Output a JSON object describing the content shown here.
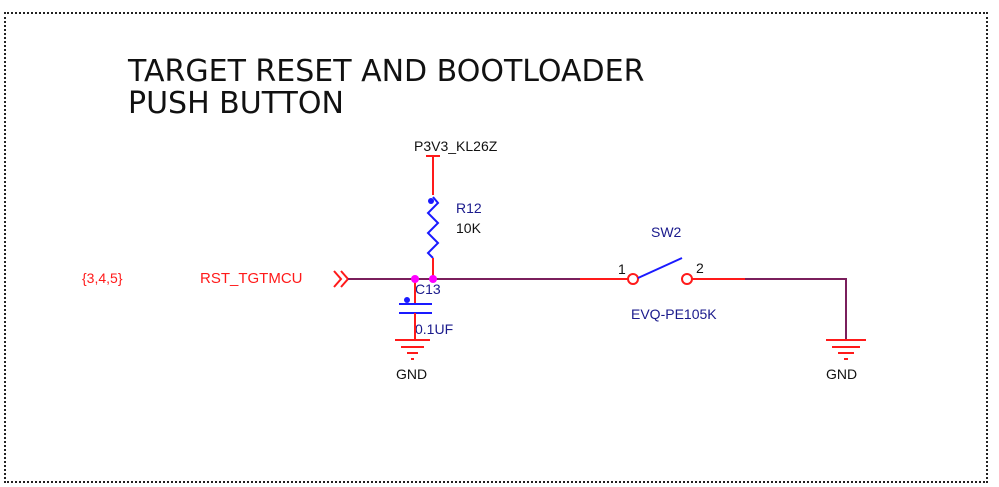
{
  "title": {
    "line1": "TARGET RESET AND BOOTLOADER",
    "line2": "PUSH BUTTON"
  },
  "colors": {
    "net": "#7a1f5c",
    "pin": "#ff1a1a",
    "component": "#1a1aff",
    "junction": "#ff00ff",
    "ref_text": "#1a1a8c",
    "frame": "#222222"
  },
  "offpage": {
    "sheets": "{3,4,5}",
    "net_name": "RST_TGTMCU",
    "symbol": "offpage-connector"
  },
  "power": {
    "rail": "P3V3_KL26Z"
  },
  "components": {
    "resistor": {
      "ref": "R12",
      "value": "10K"
    },
    "capacitor": {
      "ref": "C13",
      "value": "0.1UF"
    },
    "switch": {
      "ref": "SW2",
      "part": "EVQ-PE105K",
      "pin1": "1",
      "pin2": "2"
    }
  },
  "grounds": [
    {
      "label": "GND"
    },
    {
      "label": "GND"
    }
  ]
}
